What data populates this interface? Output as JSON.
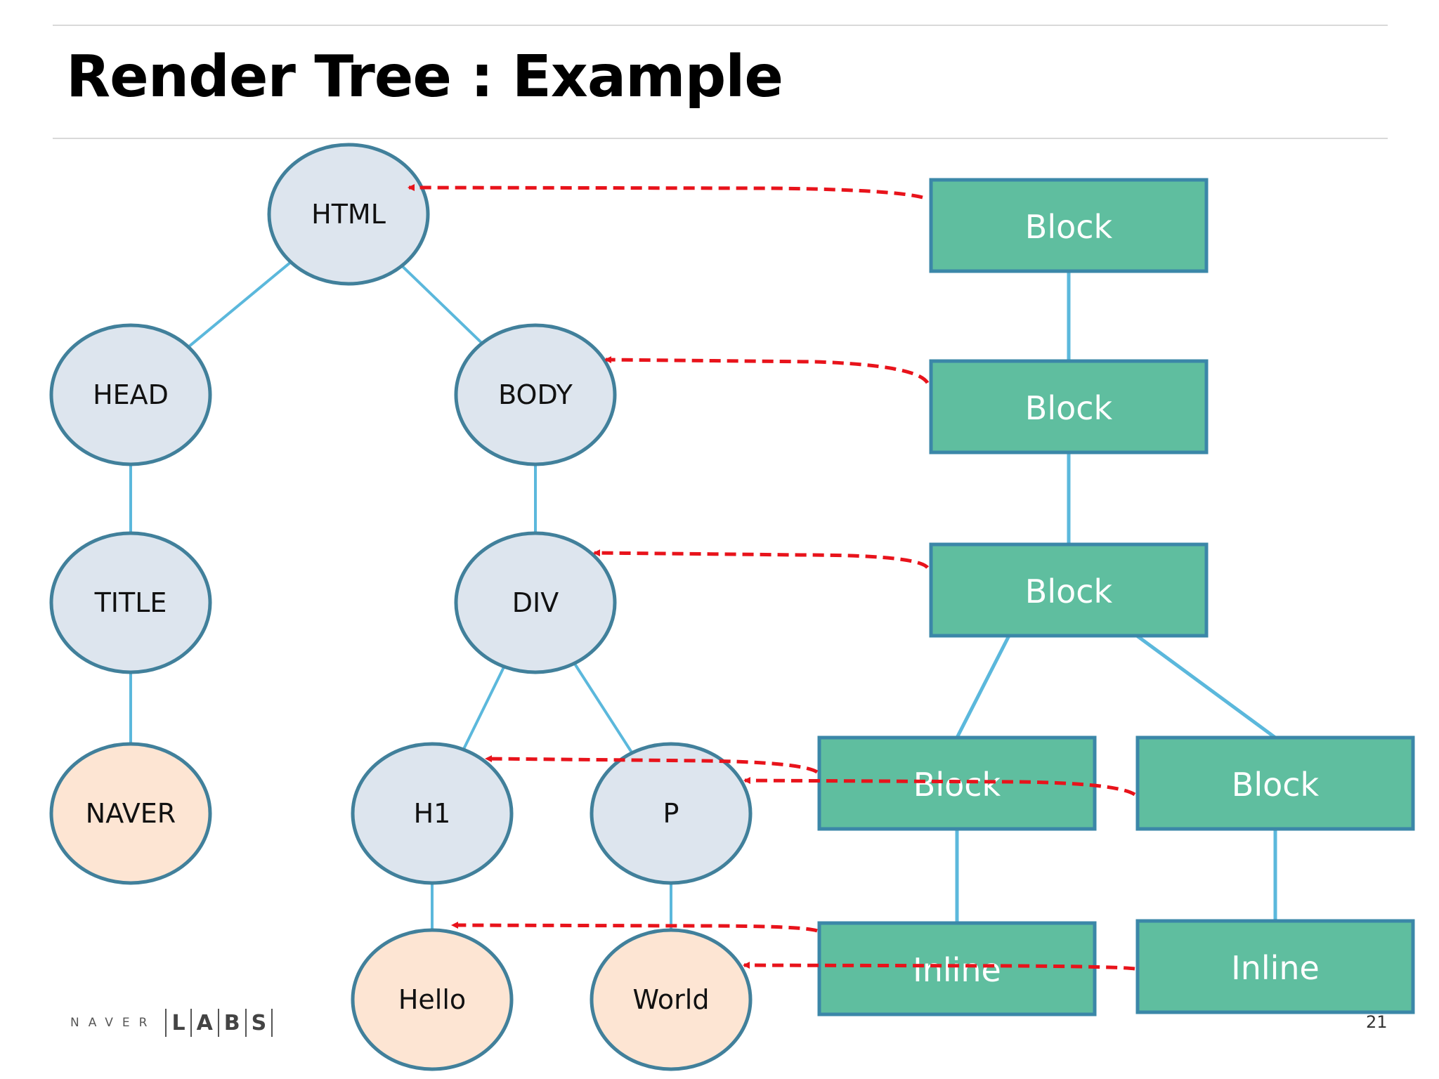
{
  "slide": {
    "title": "Render Tree : Example",
    "page_number": "21"
  },
  "logo": {
    "text": "NAVER",
    "letters": [
      "L",
      "A",
      "B",
      "S"
    ]
  },
  "colors": {
    "dom_node_fill": "#dde5ee",
    "text_node_fill": "#fde5d3",
    "node_stroke": "#41809b",
    "edge": "#5bb8dc",
    "render_box_fill": "#5fbe9f",
    "render_box_stroke": "#3b87a8",
    "mapping_arrow": "#e8131b"
  },
  "dom_tree": {
    "nodes": [
      {
        "id": "html",
        "label": "HTML",
        "kind": "element"
      },
      {
        "id": "head",
        "label": "HEAD",
        "kind": "element"
      },
      {
        "id": "body",
        "label": "BODY",
        "kind": "element"
      },
      {
        "id": "title",
        "label": "TITLE",
        "kind": "element"
      },
      {
        "id": "div",
        "label": "DIV",
        "kind": "element"
      },
      {
        "id": "naver",
        "label": "NAVER",
        "kind": "text"
      },
      {
        "id": "h1",
        "label": "H1",
        "kind": "element"
      },
      {
        "id": "p",
        "label": "P",
        "kind": "element"
      },
      {
        "id": "hello",
        "label": "Hello",
        "kind": "text"
      },
      {
        "id": "world",
        "label": "World",
        "kind": "text"
      }
    ],
    "edges": [
      [
        "html",
        "head"
      ],
      [
        "html",
        "body"
      ],
      [
        "head",
        "title"
      ],
      [
        "title",
        "naver"
      ],
      [
        "body",
        "div"
      ],
      [
        "div",
        "h1"
      ],
      [
        "div",
        "p"
      ],
      [
        "h1",
        "hello"
      ],
      [
        "p",
        "world"
      ]
    ]
  },
  "render_tree": {
    "nodes": [
      {
        "id": "r_html",
        "label": "Block"
      },
      {
        "id": "r_body",
        "label": "Block"
      },
      {
        "id": "r_div",
        "label": "Block"
      },
      {
        "id": "r_h1",
        "label": "Block"
      },
      {
        "id": "r_p",
        "label": "Block"
      },
      {
        "id": "r_hello",
        "label": "Inline"
      },
      {
        "id": "r_world",
        "label": "Inline"
      }
    ],
    "edges": [
      [
        "r_html",
        "r_body"
      ],
      [
        "r_body",
        "r_div"
      ],
      [
        "r_div",
        "r_h1"
      ],
      [
        "r_div",
        "r_p"
      ],
      [
        "r_h1",
        "r_hello"
      ],
      [
        "r_p",
        "r_world"
      ]
    ]
  },
  "mappings": [
    [
      "r_html",
      "html"
    ],
    [
      "r_body",
      "body"
    ],
    [
      "r_div",
      "div"
    ],
    [
      "r_h1",
      "h1"
    ],
    [
      "r_p",
      "p"
    ],
    [
      "r_hello",
      "hello"
    ],
    [
      "r_world",
      "world"
    ]
  ]
}
